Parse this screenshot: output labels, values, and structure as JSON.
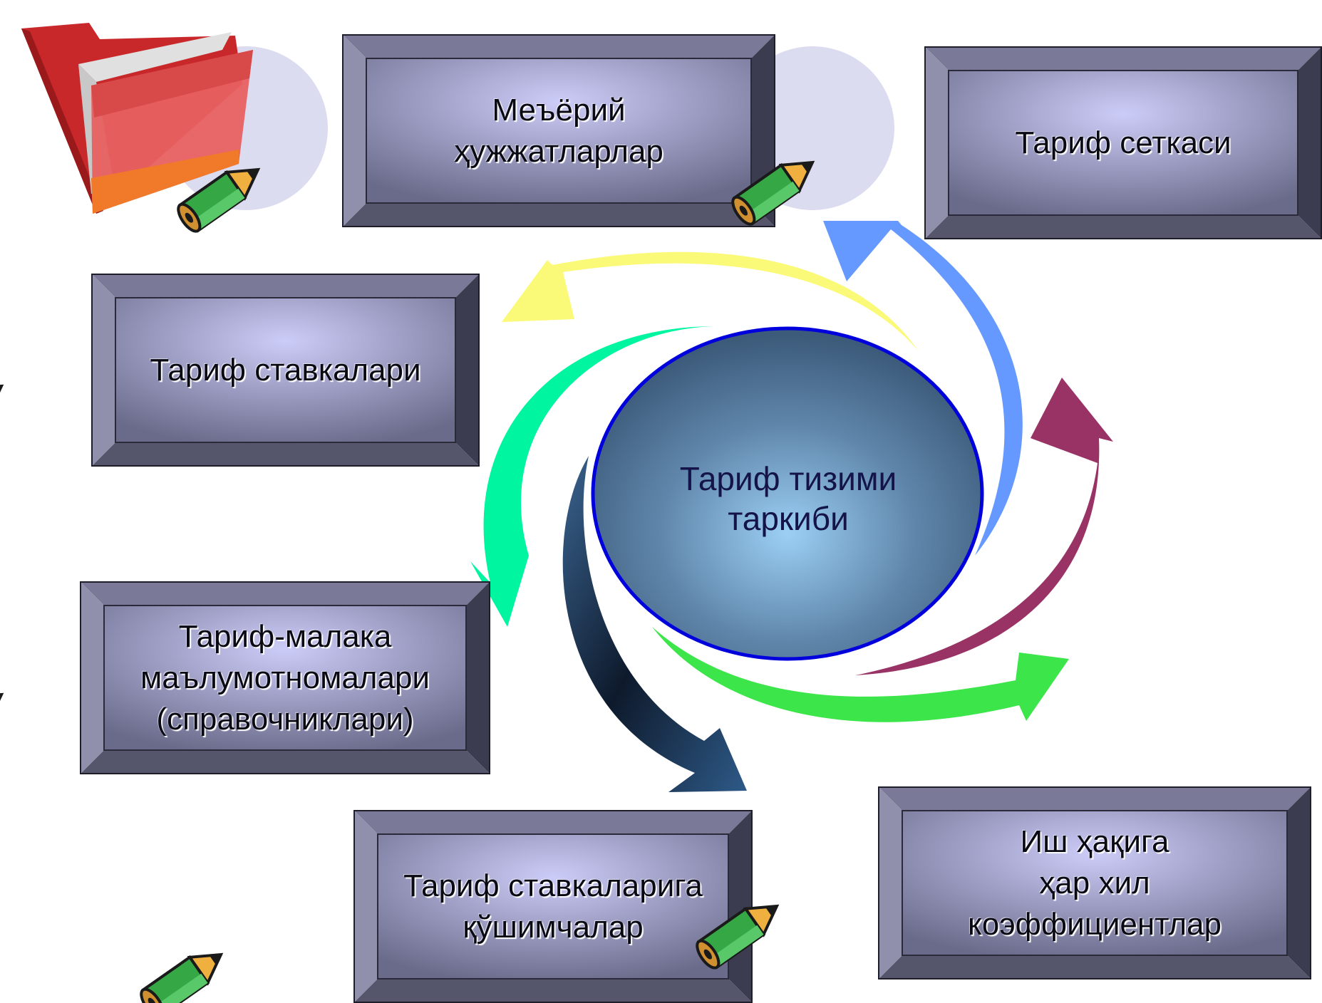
{
  "center": {
    "title": "Тариф тизими\nтаркиби"
  },
  "boxes": {
    "normative_docs": "Меъёрий\nҳужжатларлар",
    "tariff_grid": "Тариф сеткаси",
    "tariff_rates": "Тариф ставкалари",
    "qualification_handbooks": "Тариф-малака\nмаълумотномалари\n(справочниклари)",
    "rate_supplements": "Тариф ставкаларига\nқўшимчалар",
    "pay_coefficients": "Иш ҳақига\nҳар хил\nкоэффициентлар"
  },
  "icons": {
    "folder": "folder-icon",
    "pencil": "pencil-icon"
  },
  "colors": {
    "box_face": "#c8c8f4",
    "box_border": "#3a3a50",
    "center_fill": "#8bb8dc",
    "center_border": "#0000dd",
    "arrow_yellow": "#fafa78",
    "arrow_blue": "#6699ff",
    "arrow_maroon": "#993366",
    "arrow_green": "#3ce64a",
    "arrow_navy": "#1e3a66",
    "arrow_aqua": "#00f5a0"
  }
}
